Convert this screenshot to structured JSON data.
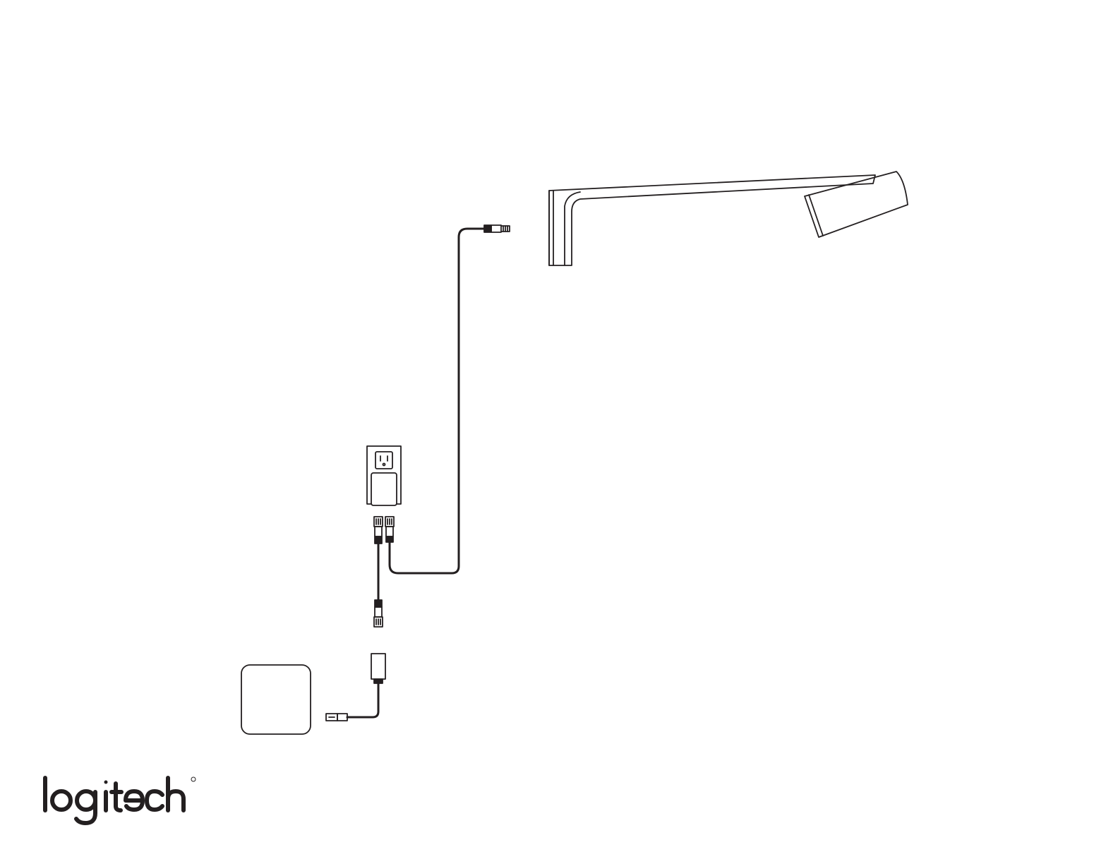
{
  "brand": {
    "logo_text": "logitech",
    "logo_icon": "logitech-wordmark"
  },
  "diagram": {
    "components": [
      {
        "id": "camera-bar",
        "icon": "camera-mount-icon"
      },
      {
        "id": "wall-outlet",
        "icon": "outlet-icon"
      },
      {
        "id": "poe-injector",
        "icon": "power-adapter-icon"
      },
      {
        "id": "usb-adapter",
        "icon": "usb-adapter-icon"
      },
      {
        "id": "computer",
        "icon": "computer-box-icon"
      }
    ],
    "connections": [
      {
        "from": "poe-injector",
        "to": "camera-bar",
        "cable": "ethernet"
      },
      {
        "from": "poe-injector",
        "to": "usb-adapter",
        "cable": "ethernet"
      },
      {
        "from": "usb-adapter",
        "to": "computer",
        "cable": "usb"
      }
    ]
  },
  "colors": {
    "line": "#231f20",
    "background": "#ffffff"
  }
}
